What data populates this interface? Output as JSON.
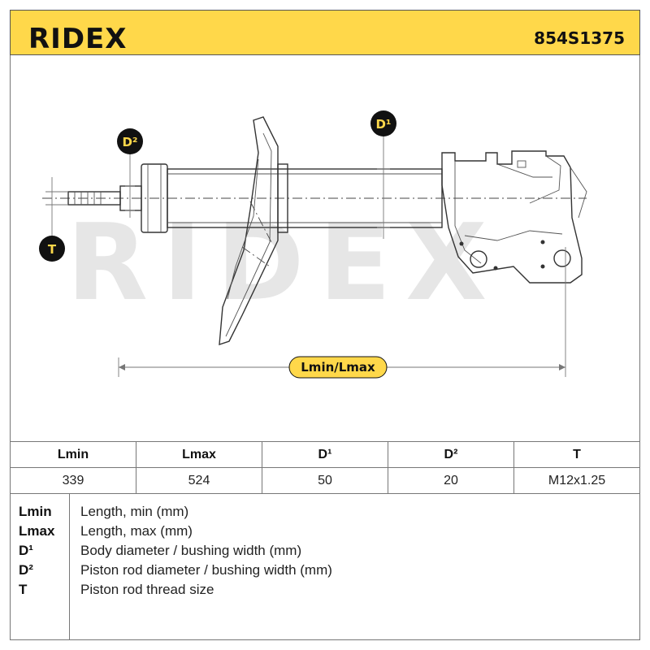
{
  "header": {
    "brand": "RIDEX",
    "part_number": "854S1375"
  },
  "watermark": "RIDEX",
  "drawing": {
    "labels": {
      "d1": "D¹",
      "d2": "D²",
      "t": "T",
      "length": "Lmin/Lmax"
    },
    "colors": {
      "badge_dark": "#111111",
      "badge_yellow": "#ffd84a",
      "line": "#333333",
      "watermark": "#e6e6e6"
    }
  },
  "spec_table": {
    "headers": [
      "Lmin",
      "Lmax",
      "D¹",
      "D²",
      "T"
    ],
    "values": [
      "339",
      "524",
      "50",
      "20",
      "M12x1.25"
    ]
  },
  "legend": [
    {
      "abbr": "Lmin",
      "desc": "Length, min (mm)"
    },
    {
      "abbr": "Lmax",
      "desc": "Length, max (mm)"
    },
    {
      "abbr": "D¹",
      "desc": "Body diameter / bushing width (mm)"
    },
    {
      "abbr": "D²",
      "desc": "Piston rod diameter / bushing width (mm)"
    },
    {
      "abbr": "T",
      "desc": "Piston rod thread size"
    }
  ]
}
